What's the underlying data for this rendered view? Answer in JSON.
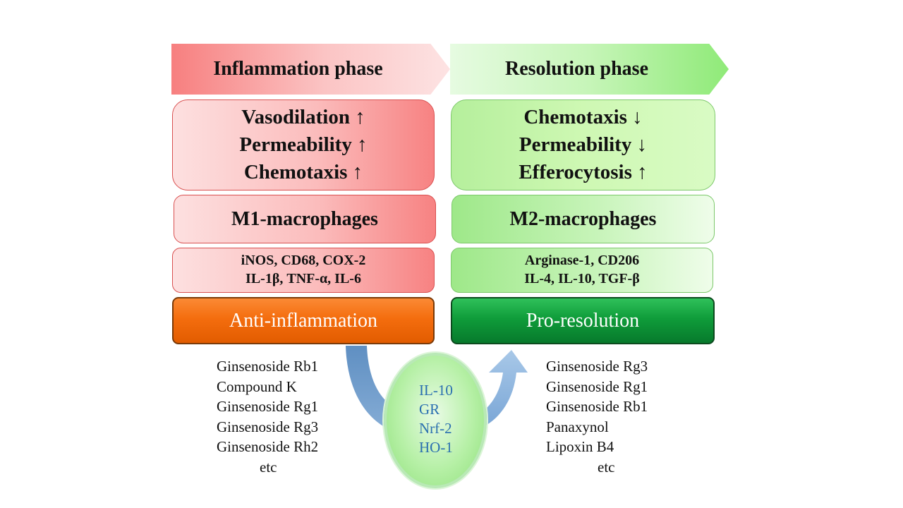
{
  "inflammation": {
    "phase_title": "Inflammation phase",
    "effects": [
      "Vasodilation ↑",
      "Permeability ↑",
      "Chemotaxis  ↑"
    ],
    "macrophage": "M1-macrophages",
    "markers": [
      "iNOS, CD68, COX-2",
      "IL-1β, TNF-α, IL-6"
    ],
    "action": "Anti-inflammation",
    "compounds": [
      "Ginsenoside Rb1",
      "Compound K",
      "Ginsenoside Rg1",
      "Ginsenoside Rg3",
      "Ginsenoside Rh2"
    ],
    "etc": "etc"
  },
  "resolution": {
    "phase_title": "Resolution phase",
    "effects": [
      "Chemotaxis  ↓",
      "Permeability ↓",
      "Efferocytosis ↑"
    ],
    "macrophage": "M2-macrophages",
    "markers": [
      "Arginase-1, CD206",
      "IL-4, IL-10, TGF-β"
    ],
    "action": "Pro-resolution",
    "compounds": [
      "Ginsenoside Rg3",
      "Ginsenoside Rg1",
      "Ginsenoside Rb1",
      "Panaxynol",
      "Lipoxin B4"
    ],
    "etc": "etc"
  },
  "mediators": [
    "IL-10",
    "GR",
    "Nrf-2",
    "HO-1"
  ],
  "colors": {
    "inflammation_red": "#f77f7f",
    "resolution_green": "#8fea78",
    "anti_inflammation_orange": "#f46d0e",
    "pro_resolution_green": "#0f9c3a",
    "mediator_text_blue": "#2a6fb0",
    "curved_arrow_blue": "#6f9ed0"
  }
}
